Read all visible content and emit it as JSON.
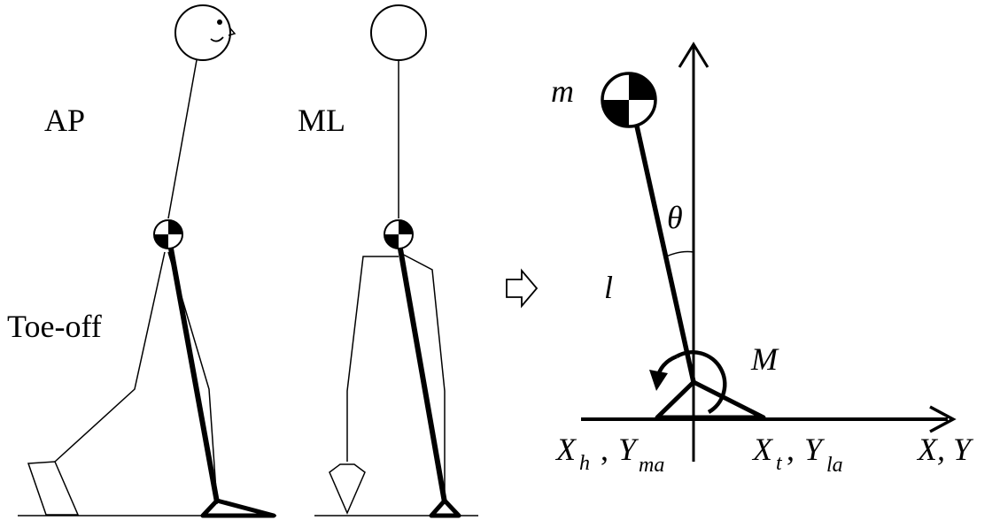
{
  "left_panel": {
    "ap_label": "AP",
    "ml_label": "ML",
    "phase_label": "Toe-off"
  },
  "right_panel": {
    "mass_label": "m",
    "angle_label": "θ",
    "length_label": "l",
    "moment_label": "M",
    "heel": {
      "x": "X",
      "x_sub": "h",
      "sep": ",",
      "y": "Y",
      "y_sub": "ma"
    },
    "toe": {
      "x": "X",
      "x_sub": "t",
      "sep": ",",
      "y": "Y",
      "y_sub": "la"
    },
    "axis_label": "X, Y"
  },
  "icons": [
    "com-marker-icon",
    "right-arrow-icon"
  ],
  "colors": {
    "ink": "#000000",
    "background": "#ffffff"
  }
}
